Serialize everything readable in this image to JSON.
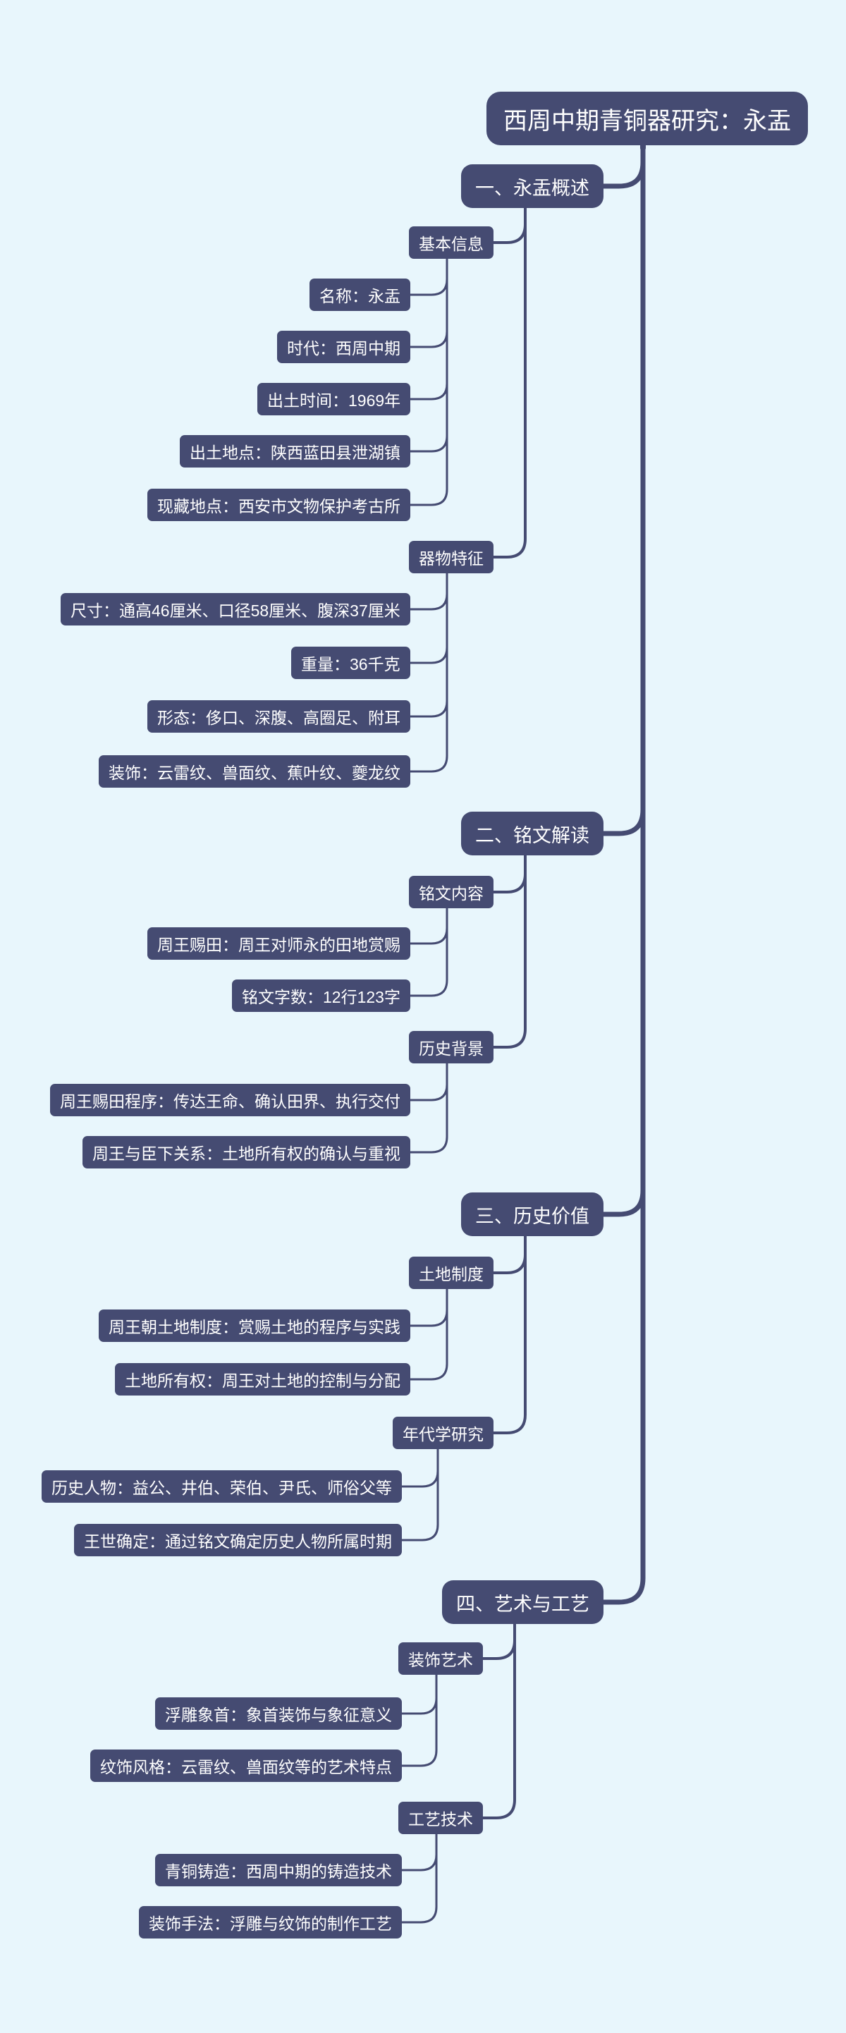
{
  "root": "西周中期青铜器研究：永盂",
  "colors": {
    "background": "#e8f6fc",
    "node": "#454b72",
    "line": "#454b72",
    "text": "#ffffff"
  },
  "sections": [
    {
      "title": "一、永盂概述",
      "groups": [
        {
          "title": "基本信息",
          "items": [
            "名称：永盂",
            "时代：西周中期",
            "出土时间：1969年",
            "出土地点：陕西蓝田县泄湖镇",
            "现藏地点：西安市文物保护考古所"
          ]
        },
        {
          "title": "器物特征",
          "items": [
            "尺寸：通高46厘米、口径58厘米、腹深37厘米",
            "重量：36千克",
            "形态：侈口、深腹、高圈足、附耳",
            "装饰：云雷纹、兽面纹、蕉叶纹、夔龙纹"
          ]
        }
      ]
    },
    {
      "title": "二、铭文解读",
      "groups": [
        {
          "title": "铭文内容",
          "items": [
            "周王赐田：周王对师永的田地赏赐",
            "铭文字数：12行123字"
          ]
        },
        {
          "title": "历史背景",
          "items": [
            "周王赐田程序：传达王命、确认田界、执行交付",
            "周王与臣下关系：土地所有权的确认与重视"
          ]
        }
      ]
    },
    {
      "title": "三、历史价值",
      "groups": [
        {
          "title": "土地制度",
          "items": [
            "周王朝土地制度：赏赐土地的程序与实践",
            "土地所有权：周王对土地的控制与分配"
          ]
        },
        {
          "title": "年代学研究",
          "items": [
            "历史人物：益公、井伯、荣伯、尹氏、师俗父等",
            "王世确定：通过铭文确定历史人物所属时期"
          ]
        }
      ]
    },
    {
      "title": "四、艺术与工艺",
      "groups": [
        {
          "title": "装饰艺术",
          "items": [
            "浮雕象首：象首装饰与象征意义",
            "纹饰风格：云雷纹、兽面纹等的艺术特点"
          ]
        },
        {
          "title": "工艺技术",
          "items": [
            "青铜铸造：西周中期的铸造技术",
            "装饰手法：浮雕与纹饰的制作工艺"
          ]
        }
      ]
    }
  ]
}
